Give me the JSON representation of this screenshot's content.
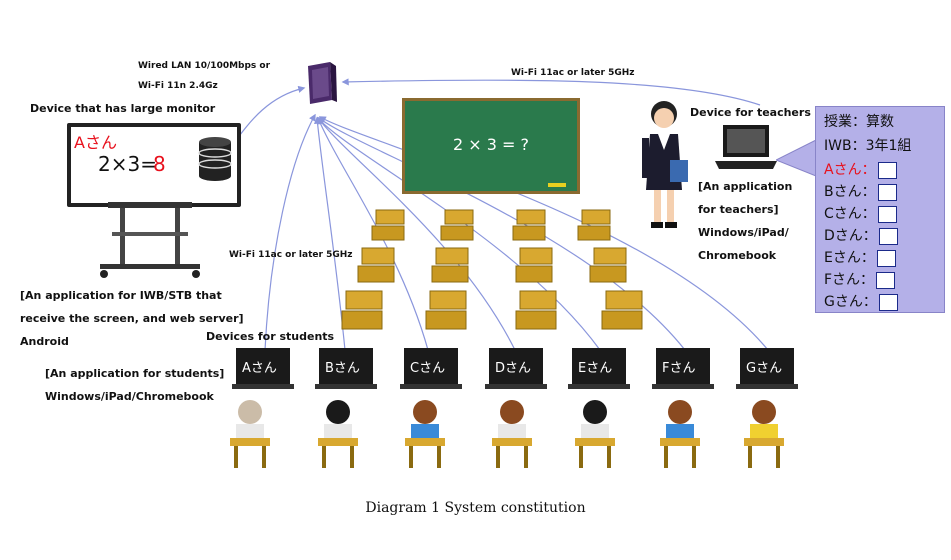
{
  "labels": {
    "wired_lan_line1": "Wired LAN 10/100Mbps or",
    "wired_lan_line2": "Wi-Fi 11n 2.4Gz",
    "wifi_teacher": "Wi-Fi 11ac or later 5GHz",
    "wifi_students": "Wi-Fi 11ac or later 5GHz",
    "large_monitor": "Device that has large monitor",
    "teacher_device": "Device for teachers",
    "teacher_app_line1": "[An application",
    "teacher_app_line2": "for teachers]",
    "teacher_platforms_line1": "Windows/iPad/",
    "teacher_platforms_line2": "Chromebook",
    "iwb_app_line1": "[An application for IWB/STB that",
    "iwb_app_line2": "receive the screen, and web server]",
    "iwb_os": "Android",
    "students_devices": "Devices for students",
    "student_app": "[An application for students]",
    "student_platforms": "Windows/iPad/Chromebook"
  },
  "iwb_screen": {
    "student_name": "Aさん",
    "equation": "2×3=",
    "answer": "8"
  },
  "blackboard": {
    "text": "2 × 3 = ?"
  },
  "roster": {
    "lesson": "授業：算数",
    "iwb": "IWB：3年1組",
    "students": [
      "Aさん：",
      "Bさん：",
      "Cさん：",
      "Dさん：",
      "Eさん：",
      "Fさん：",
      "Gさん："
    ]
  },
  "student_laptops": [
    "Aさん",
    "Bさん",
    "Cさん",
    "Dさん",
    "Eさん",
    "Fさん",
    "Gさん"
  ],
  "caption": "Diagram 1 System constitution",
  "colors": {
    "link_line": "#8a96dc",
    "blackboard": "#2a7a4c",
    "roster_bg": "#b4b0e8",
    "highlight_red": "#e8101c",
    "router": "#4a2a6a",
    "desk": "#d8a830"
  }
}
